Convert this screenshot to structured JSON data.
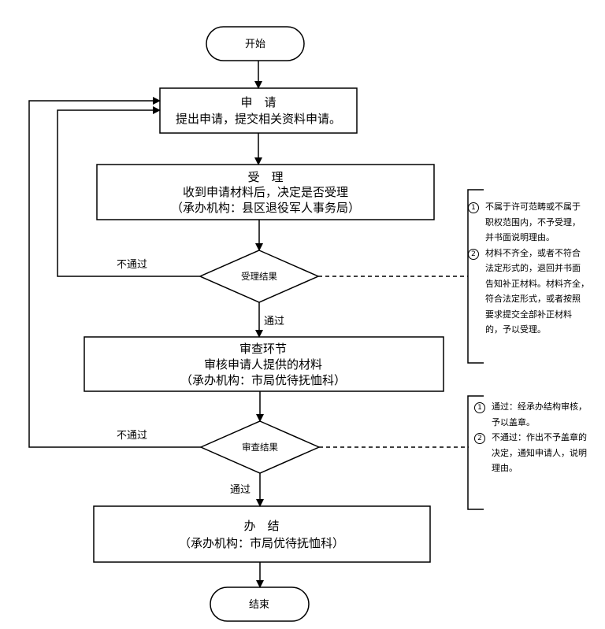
{
  "start": "开始",
  "apply": {
    "title": "申　请",
    "desc": "提出申请，提交相关资料申请。"
  },
  "accept": {
    "title": "受　理",
    "desc": "收到申请材料后，决定是否受理",
    "org": "（承办机构：县区退役军人事务局）"
  },
  "accept_result": "受理结果",
  "review": {
    "title": "审查环节",
    "desc": "审核申请人提供的材料",
    "org": "（承办机构：市局优待抚恤科）"
  },
  "review_result": "审查结果",
  "finish": {
    "title": "办　结",
    "org": "（承办机构：市局优待抚恤科）"
  },
  "end": "结束",
  "labels": {
    "fail1": "不通过",
    "pass1": "通过",
    "fail2": "不通过",
    "pass2": "通过"
  },
  "note1": {
    "items": [
      {
        "num": "1",
        "lines": [
          "不属于许可范畴或不属于",
          "职权范围内，不予受理，",
          "并书面说明理由。"
        ]
      },
      {
        "num": "2",
        "lines": [
          "材料不齐全，或者不符合",
          "法定形式的，退回并书面",
          "告知补正材料。材料齐全，",
          "符合法定形式，或者按照",
          "要求提交全部补正材料",
          "的，予以受理。"
        ]
      }
    ]
  },
  "note2": {
    "items": [
      {
        "num": "1",
        "lines": [
          "通过：经承办结构审核，",
          "予以盖章。"
        ]
      },
      {
        "num": "2",
        "lines": [
          "不通过：作出不予盖章的",
          "决定，通知申请人，说明",
          "理由。"
        ]
      }
    ]
  }
}
